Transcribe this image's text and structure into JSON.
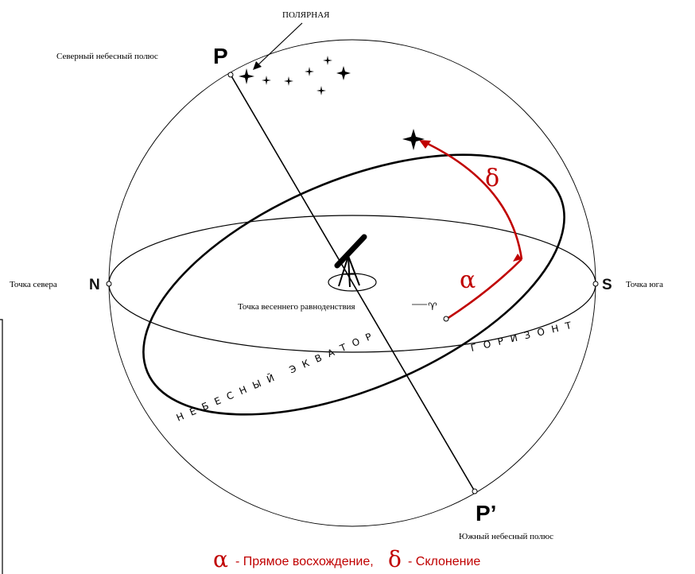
{
  "labels": {
    "polaris": "ПОЛЯРНАЯ",
    "north_pole_caption": "Северный небесный полюс",
    "north_pole_letter": "P",
    "south_pole_letter": "P’",
    "south_pole_caption": "Южный небесный полюс",
    "north_letter": "N",
    "north_caption": "Точка севера",
    "south_letter": "S",
    "south_caption": "Точка юга",
    "equinox_caption": "Точка весеннего равноденствия",
    "equinox_symbol": "♈",
    "equator": "НЕБЕСНЫЙ ЭКВАТОР",
    "horizon": "ГОРИЗОНТ",
    "alpha": "α",
    "delta": "δ"
  },
  "legend": {
    "alpha_symbol": "α",
    "alpha_text": "- Прямое восхождение,",
    "delta_symbol": "δ",
    "delta_text": "- Склонение"
  },
  "colors": {
    "line": "#000000",
    "accent": "#c00000"
  }
}
